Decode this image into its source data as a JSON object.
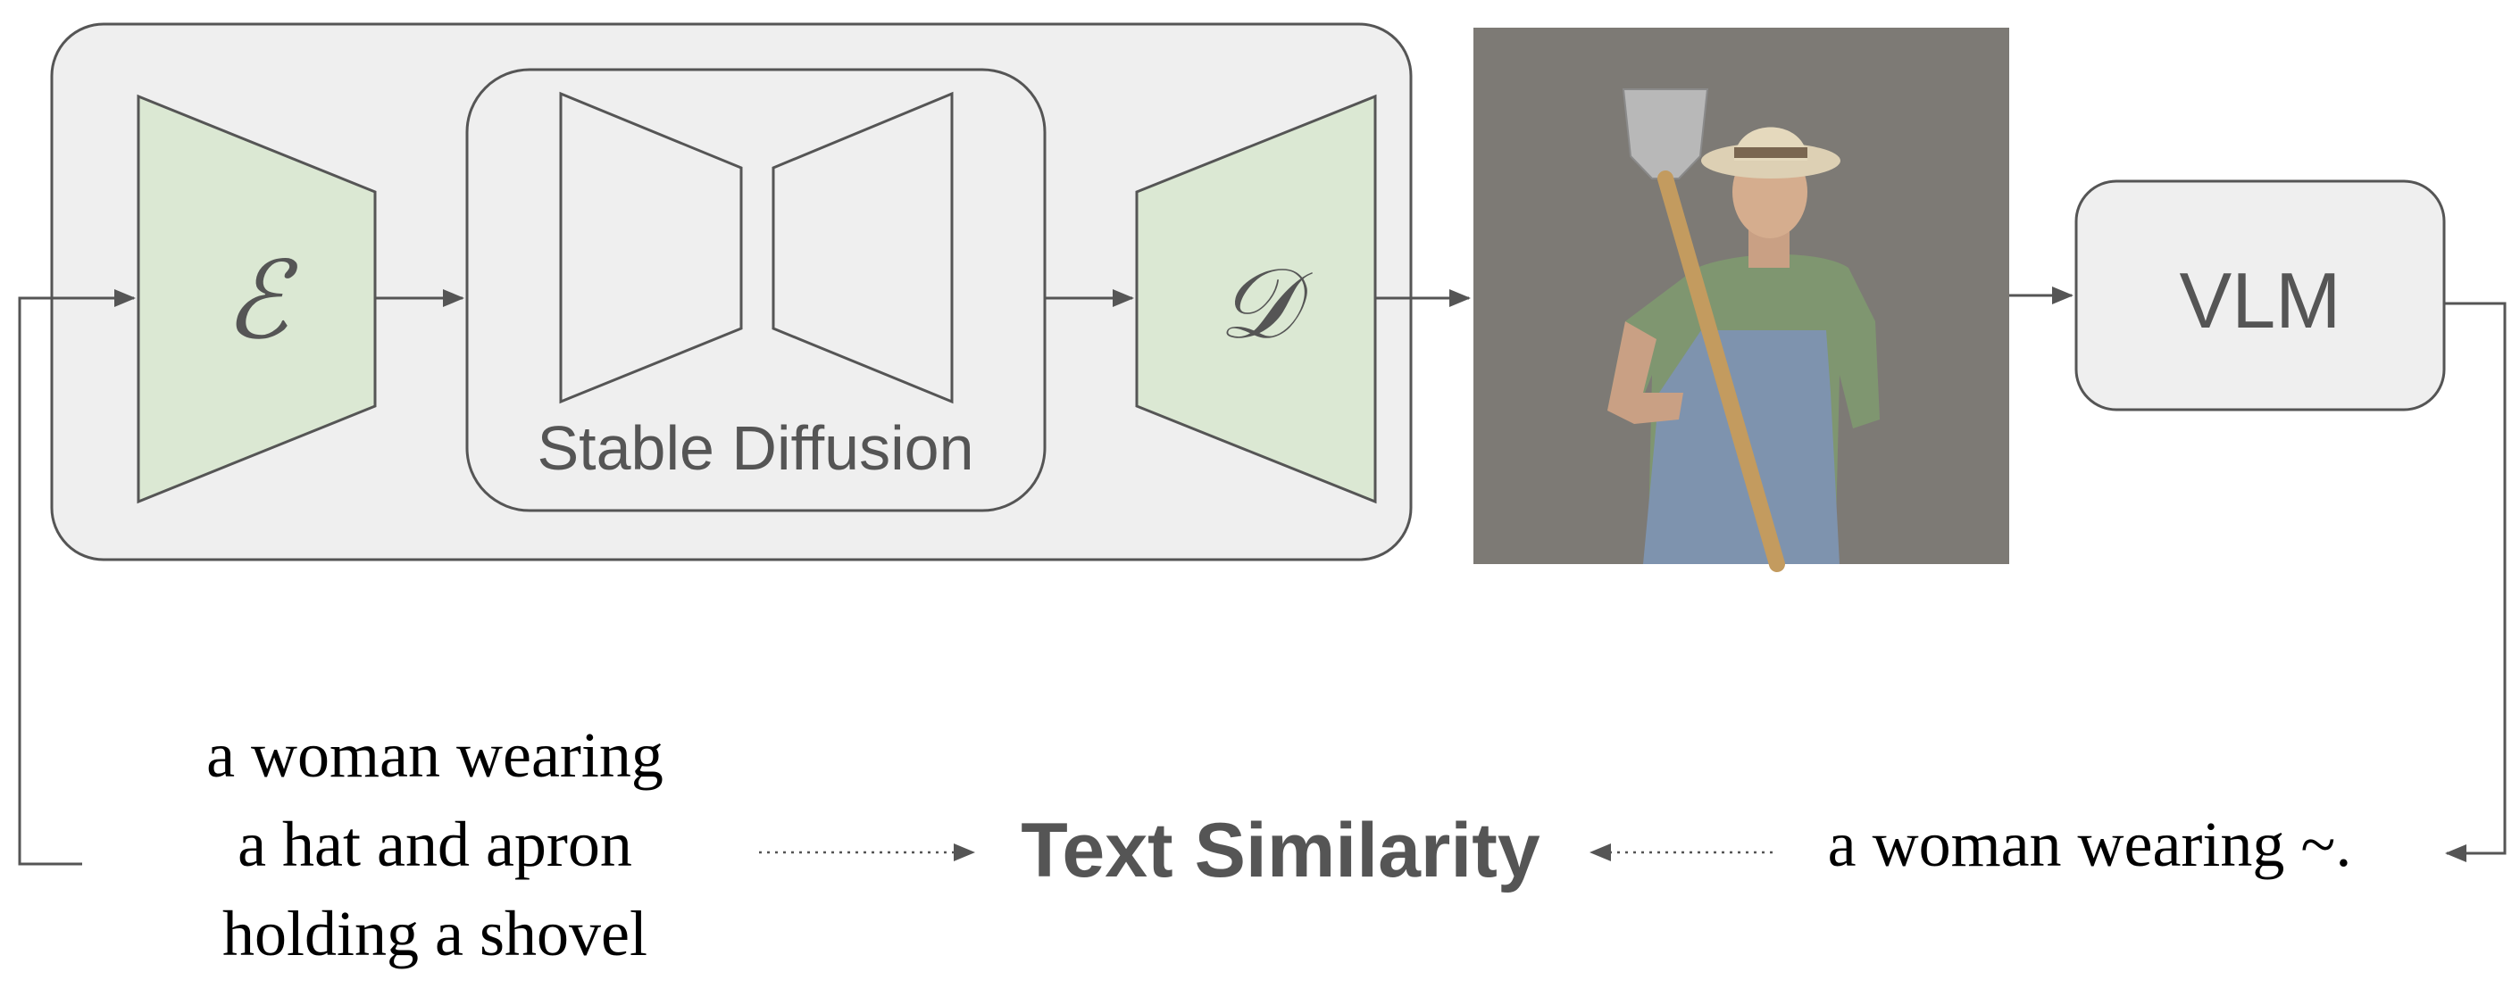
{
  "pipeline": {
    "encoder_symbol": "ℰ",
    "decoder_symbol": "𝒟",
    "stable_diffusion_label": "Stable Diffusion",
    "vlm_label": "VLM"
  },
  "texts": {
    "input_prompt": [
      "a woman wearing",
      "a hat and apron",
      "holding a shovel"
    ],
    "similarity_label": "Text Similarity",
    "vlm_caption": "a woman wearing ~."
  },
  "image": {
    "subject": "woman in hat and apron holding a shovel"
  },
  "colors": {
    "panel_fill": "#efefef",
    "encoder_fill": "#dbe8d3",
    "stroke": "#555555",
    "photo_bg": "#7d7a75"
  }
}
